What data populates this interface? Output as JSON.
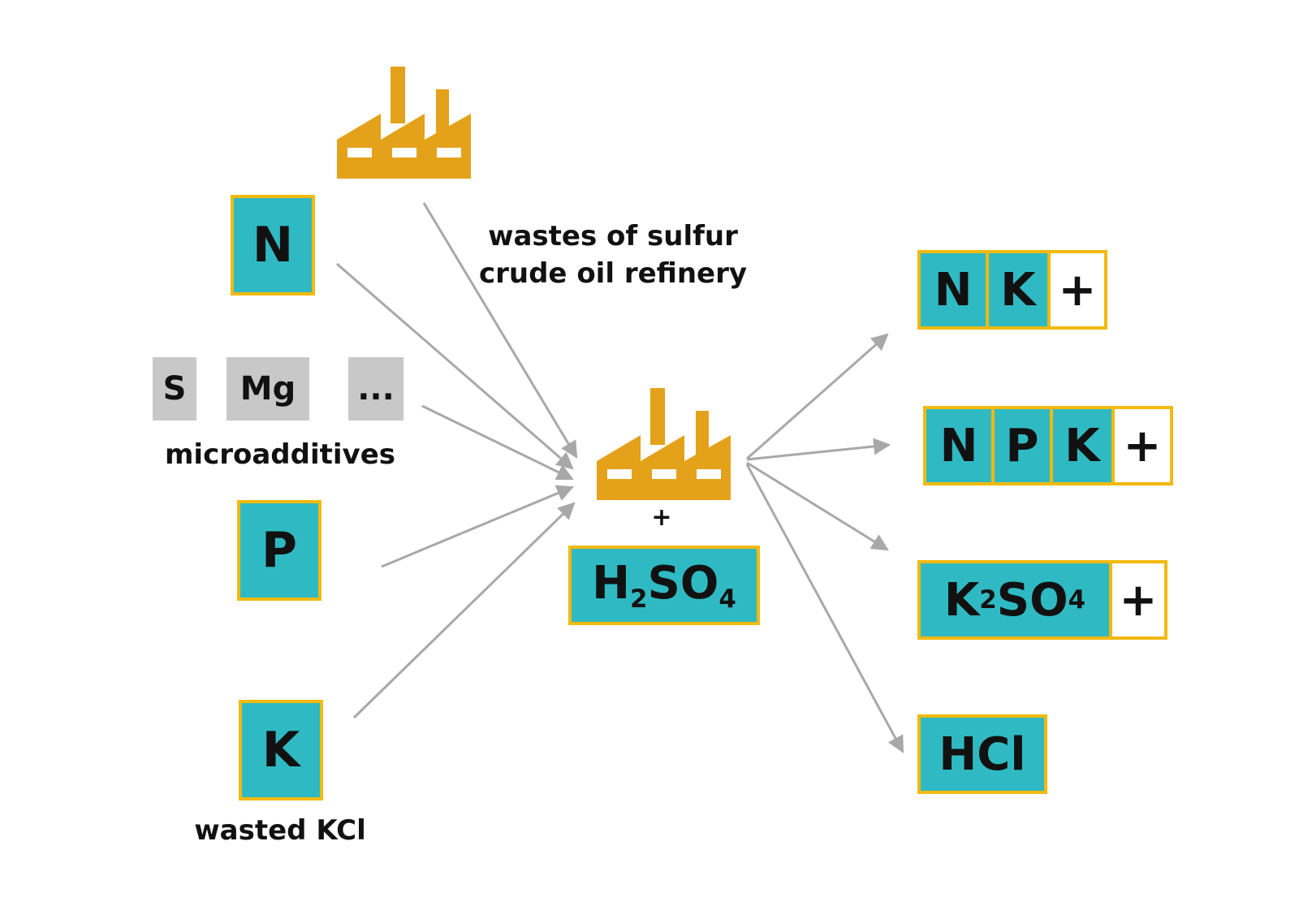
{
  "colors": {
    "teal": "#2fbac3",
    "gold": "#f2b90f",
    "factory": "#e3a21a",
    "grey": "#c8c8c8",
    "arrow": "#a8a8a8"
  },
  "inputs": {
    "n": "N",
    "p": "P",
    "k": "K",
    "micro": [
      "S",
      "Mg",
      "..."
    ],
    "micro_label": "microadditives",
    "k_label": "wasted KCl"
  },
  "refinery_label_1": "wastes of sulfur",
  "refinery_label_2": "crude oil refinery",
  "center": {
    "plus": "+",
    "acid": {
      "a": "H",
      "a_sub": "2",
      "b": "SO",
      "b_sub": "4"
    }
  },
  "outputs": {
    "nk": [
      "N",
      "K",
      "+"
    ],
    "npk": [
      "N",
      "P",
      "K",
      "+"
    ],
    "k2so4": {
      "a": "K",
      "a_sub": "2",
      "b": "SO",
      "b_sub": "4",
      "plus": "+"
    },
    "hcl": "HCl"
  }
}
